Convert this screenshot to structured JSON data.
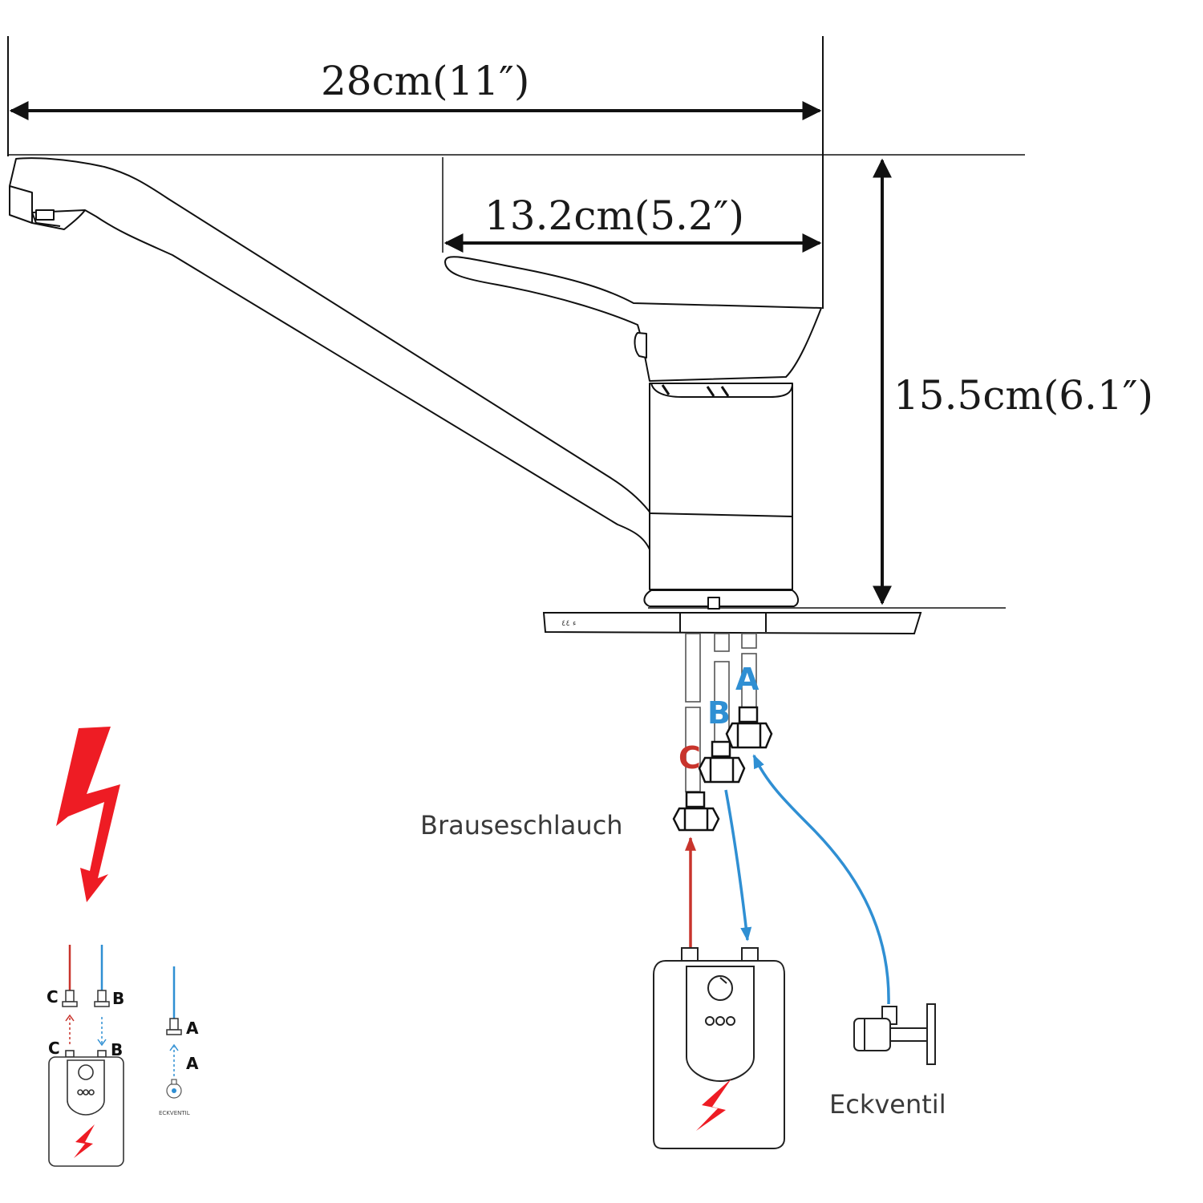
{
  "dimensions": {
    "length_total": "28cm(11″)",
    "spout_reach": "13.2cm(5.2″)",
    "height": "15.5cm(6.1″)"
  },
  "labels": {
    "shower_hose": "Brauseschlauch",
    "angle_valve": "Eckventil",
    "letter_a": "A",
    "letter_b": "B",
    "letter_c": "C",
    "mini_angle_valve": "ECKVENTIL"
  },
  "colors": {
    "hot_red": "#c8342c",
    "cold_blue": "#2f8fd3",
    "lightning_red": "#ee1c24",
    "line_black": "#111111"
  },
  "icons": [
    "lightning-bolt-icon",
    "water-heater-icon",
    "angle-valve-icon"
  ]
}
